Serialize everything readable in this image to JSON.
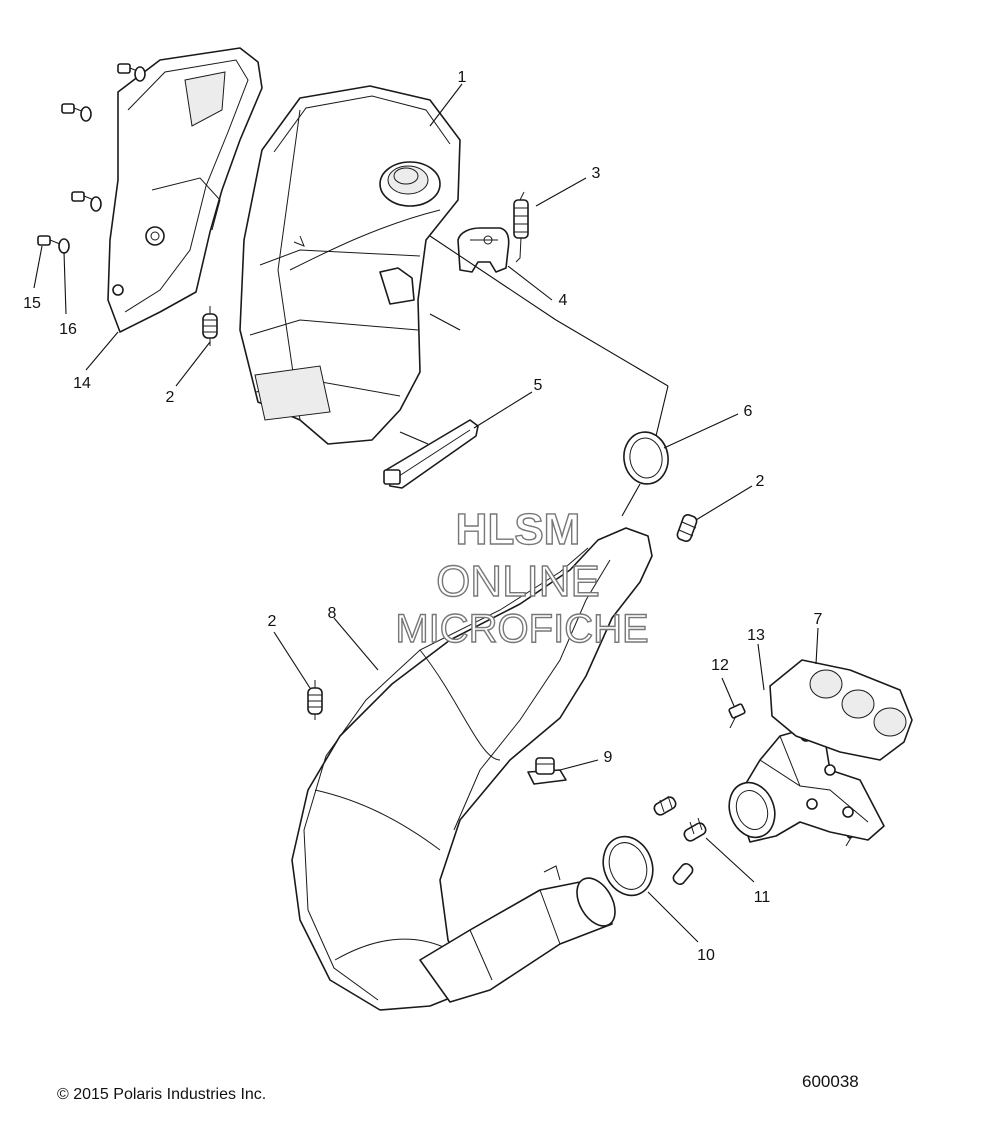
{
  "callouts": {
    "c1": "1",
    "c2a": "2",
    "c2b": "2",
    "c2c": "2",
    "c3": "3",
    "c4": "4",
    "c5": "5",
    "c6": "6",
    "c7": "7",
    "c8": "8",
    "c9": "9",
    "c10": "10",
    "c11": "11",
    "c12": "12",
    "c13": "13",
    "c14": "14",
    "c15": "15",
    "c16": "16"
  },
  "watermark": {
    "line1": "HLSM",
    "line2": "ONLINE",
    "line3": "MICROFICHE"
  },
  "footer": {
    "copyright": "© 2015 Polaris Industries Inc.",
    "figure_number": "600038"
  }
}
